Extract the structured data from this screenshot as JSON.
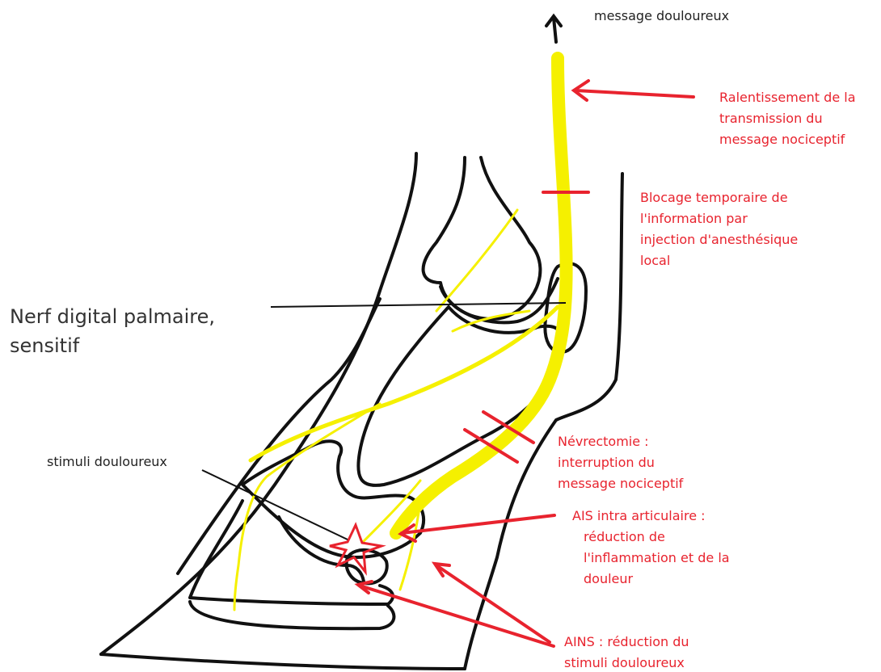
{
  "colors": {
    "outline": "#111111",
    "nerve": "#f5f000",
    "annotation": "#e8232e",
    "label": "#222222"
  },
  "labels": {
    "message_douloureux": "message douloureux",
    "nerf_line1": "Nerf digital palmaire,",
    "nerf_line2": "sensitif",
    "stimuli": "stimuli douloureux",
    "ralentissement": [
      "Ralentissement de la",
      "transmission du",
      "message nociceptif"
    ],
    "blocage": [
      "Blocage temporaire de",
      "l'information par",
      "injection d'anesthésique",
      "local"
    ],
    "nevrectomie": [
      "Névrectomie :",
      "interruption du",
      "message nociceptif"
    ],
    "ais": [
      "AIS intra articulaire :",
      "réduction de",
      "l'inflammation et de la",
      "douleur"
    ],
    "ains": [
      "AINS : réduction du",
      "stimuli douloureux"
    ]
  }
}
